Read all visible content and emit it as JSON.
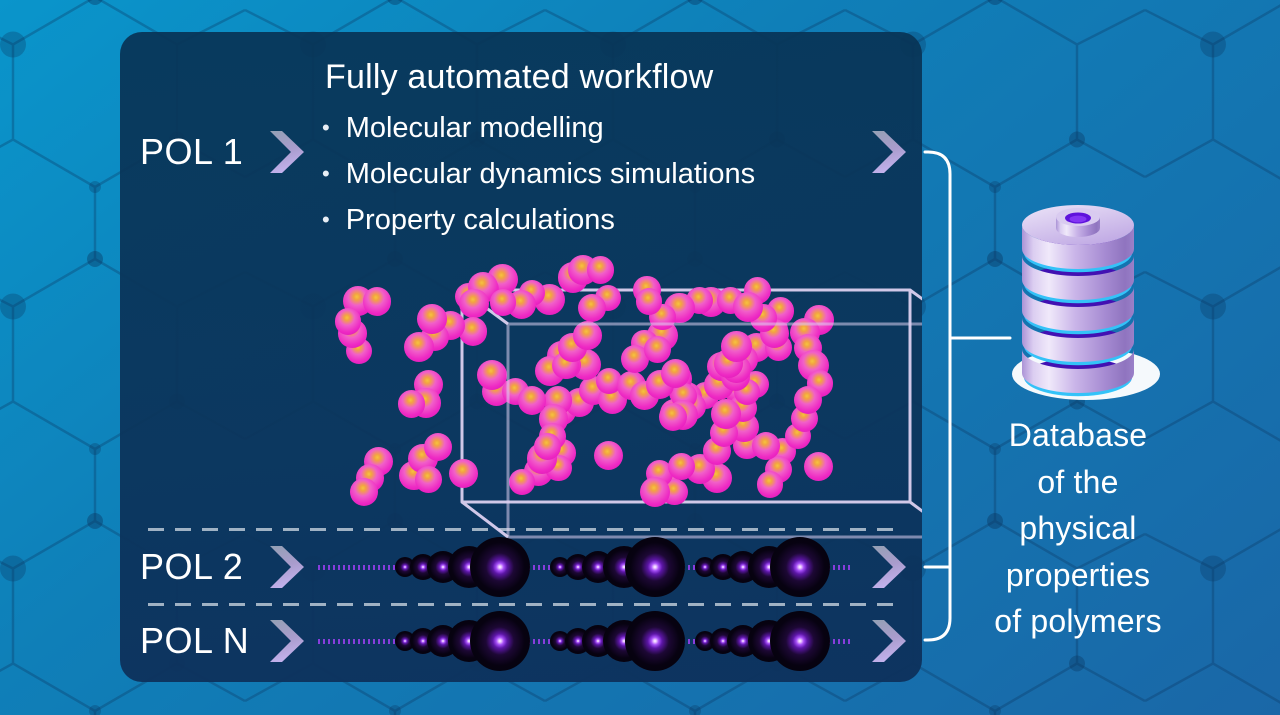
{
  "workflow_panel": {
    "title": "Fully automated workflow",
    "bullet_glyph": "•",
    "bullets": [
      "Molecular modelling",
      "Molecular dynamics simulations",
      "Property calculations"
    ],
    "rows": [
      {
        "id": "pol1",
        "label": "POL 1"
      },
      {
        "id": "pol2",
        "label": "POL 2"
      },
      {
        "id": "poln",
        "label": "POL N"
      }
    ]
  },
  "database": {
    "caption_lines": [
      "Database",
      "of the",
      "physical",
      "properties",
      "of polymers"
    ]
  },
  "colors": {
    "bg_top_left": "#0a95cb",
    "bg_bottom_right": "#1a67a7",
    "panel_navy": "#0d3c5e",
    "molecule_magenta": "#ee28c4",
    "molecule_core_gold": "#f6c43e",
    "wireframe_lavender": "#dcd0f0",
    "polymer_dot_purple": "#8e3ee4",
    "database_lavender": "#c9b4e8",
    "database_glow_cyan": "#33d6ff",
    "bracket_white": "#ffffff",
    "text_white": "#ffffff",
    "dash_gray": "#bac8d6"
  }
}
